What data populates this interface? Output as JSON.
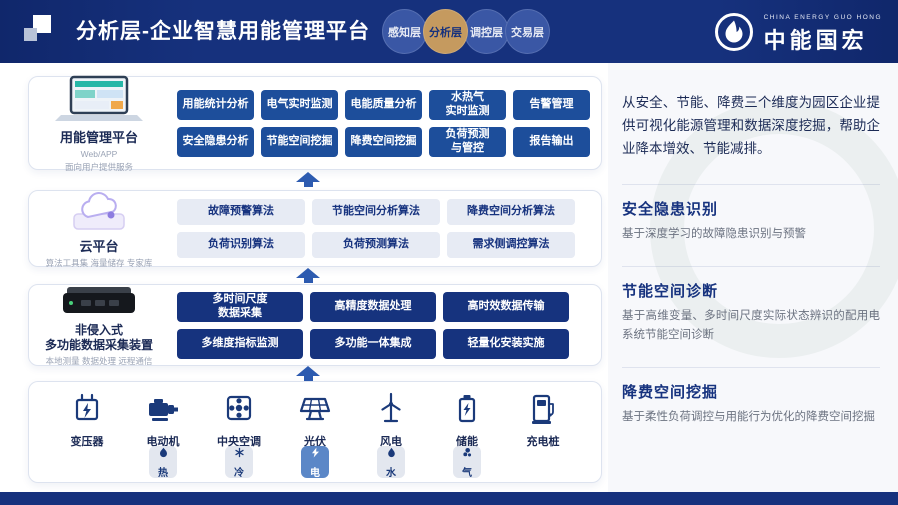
{
  "header": {
    "title": "分析层-企业智慧用能管理平台",
    "tabs": [
      {
        "label": "感知层",
        "active": false
      },
      {
        "label": "分析层",
        "active": true
      },
      {
        "label": "调控层",
        "active": false
      },
      {
        "label": "交易层",
        "active": false
      }
    ],
    "logo": {
      "name_en": "CHINA ENERGY GUO HONG",
      "name_cn": "中能国宏"
    }
  },
  "platform": {
    "title": "用能管理平台",
    "subtitle": "Web/APP\n面向用户提供服务",
    "buttons": [
      "用能统计分析",
      "电气实时监测",
      "电能质量分析",
      "水热气\n实时监测",
      "告警管理",
      "安全隐患分析",
      "节能空间挖掘",
      "降费空间挖掘",
      "负荷预测\n与管控",
      "报告输出"
    ]
  },
  "cloud": {
    "title": "云平台",
    "subtitle": "算法工具集 海量储存 专家库",
    "buttons": [
      "故障预警算法",
      "节能空间分析算法",
      "降费空间分析算法",
      "负荷识别算法",
      "负荷预测算法",
      "需求侧调控算法"
    ]
  },
  "collector": {
    "title": "非侵入式\n多功能数据采集装置",
    "subtitle": "本地测量 数据处理 远程通信",
    "buttons": [
      "多时间尺度\n数据采集",
      "高精度数据处理",
      "高时效数据传输",
      "多维度指标监测",
      "多功能一体集成",
      "轻量化安装实施"
    ]
  },
  "equipment": {
    "items": [
      "变压器",
      "电动机",
      "中央空调",
      "光伏",
      "风电",
      "储能",
      "充电桩"
    ],
    "badges": [
      {
        "label": "热",
        "active": false
      },
      {
        "label": "冷",
        "active": false
      },
      {
        "label": "电",
        "active": true
      },
      {
        "label": "水",
        "active": false
      },
      {
        "label": "气",
        "active": false
      }
    ]
  },
  "right": {
    "intro": "从安全、节能、降费三个维度为园区企业提供可视化能源管理和数据深度挖掘，帮助企业降本增效、节能减排。",
    "sections": [
      {
        "title": "安全隐患识别",
        "body": "基于深度学习的故障隐患识别与预警"
      },
      {
        "title": "节能空间诊断",
        "body": "基于高维变量、多时间尺度实际状态辨识的配用电系统节能空间诊断"
      },
      {
        "title": "降费空间挖掘",
        "body": "基于柔性负荷调控与用能行为优化的降费空间挖掘"
      }
    ]
  },
  "colors": {
    "header-bg": "#16317d",
    "gold": "#c59a5f",
    "tab-blue": "#3a57a5",
    "btn-blue": "#1d4e9b",
    "btn-navy": "#16337e",
    "chip-bg": "#e7ebf4",
    "title-blue": "#17337f",
    "text-navy": "#1b2a55",
    "body-gray": "#6b7280",
    "badge-active": "#5b87c7",
    "arrow-blue": "#2d5bb0",
    "panel-border": "#dde3ef",
    "footer-bg": "#16317d"
  }
}
